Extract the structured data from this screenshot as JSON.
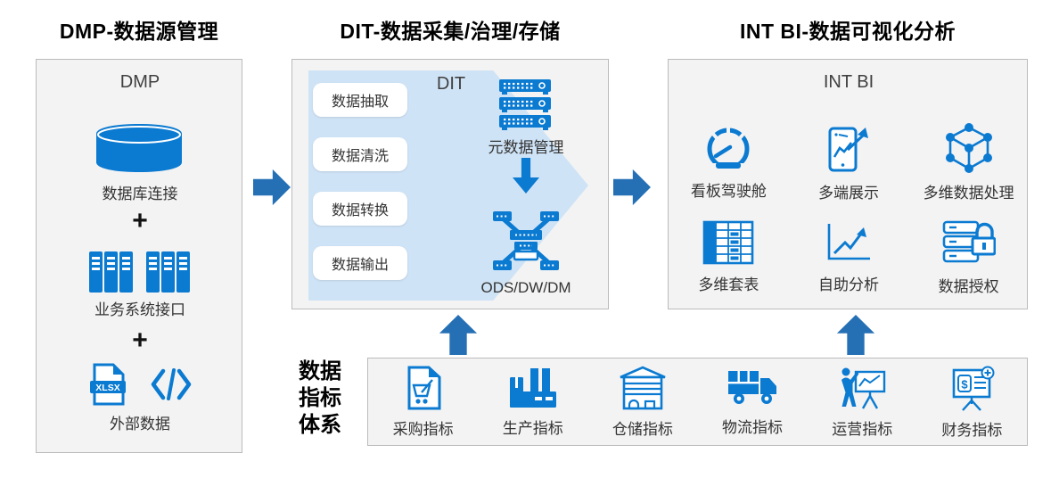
{
  "titles": {
    "dmp": "DMP-数据源管理",
    "dit": "DIT-数据采集/治理/存储",
    "int_bi": "INT BI-数据可视化分析"
  },
  "colors": {
    "icon_blue": "#0b7ad1",
    "arrow_blue": "#2570b5",
    "chevron_bg": "#cfe3f6",
    "panel_bg": "#f3f3f3",
    "panel_border": "#bbbbbb"
  },
  "dmp": {
    "header": "DMP",
    "db_label": "数据库连接",
    "plus1": "+",
    "biz_label": "业务系统接口",
    "plus2": "+",
    "xlsx_badge": "XLSX",
    "ext_label": "外部数据"
  },
  "dit": {
    "header": "DIT",
    "steps": [
      "数据抽取",
      "数据清洗",
      "数据转换",
      "数据输出"
    ],
    "meta_label": "元数据管理",
    "storage_label": "ODS/DW/DM"
  },
  "int_bi": {
    "header": "INT BI",
    "features": [
      {
        "label": "看板驾驶舱",
        "icon": "gauge-icon"
      },
      {
        "label": "多端展示",
        "icon": "mobile-chart-icon"
      },
      {
        "label": "多维数据处理",
        "icon": "cube-network-icon"
      },
      {
        "label": "多维套表",
        "icon": "table-icon"
      },
      {
        "label": "自助分析",
        "icon": "line-chart-icon"
      },
      {
        "label": "数据授权",
        "icon": "server-lock-icon"
      }
    ]
  },
  "indicators": {
    "label_lines": [
      "数据",
      "指标",
      "体系"
    ],
    "finance_symbol": "$",
    "items": [
      {
        "label": "采购指标",
        "icon": "procurement-doc-cart-icon"
      },
      {
        "label": "生产指标",
        "icon": "factory-icon"
      },
      {
        "label": "仓储指标",
        "icon": "warehouse-icon"
      },
      {
        "label": "物流指标",
        "icon": "truck-icon"
      },
      {
        "label": "运营指标",
        "icon": "presenter-icon"
      },
      {
        "label": "财务指标",
        "icon": "finance-board-icon"
      }
    ]
  }
}
